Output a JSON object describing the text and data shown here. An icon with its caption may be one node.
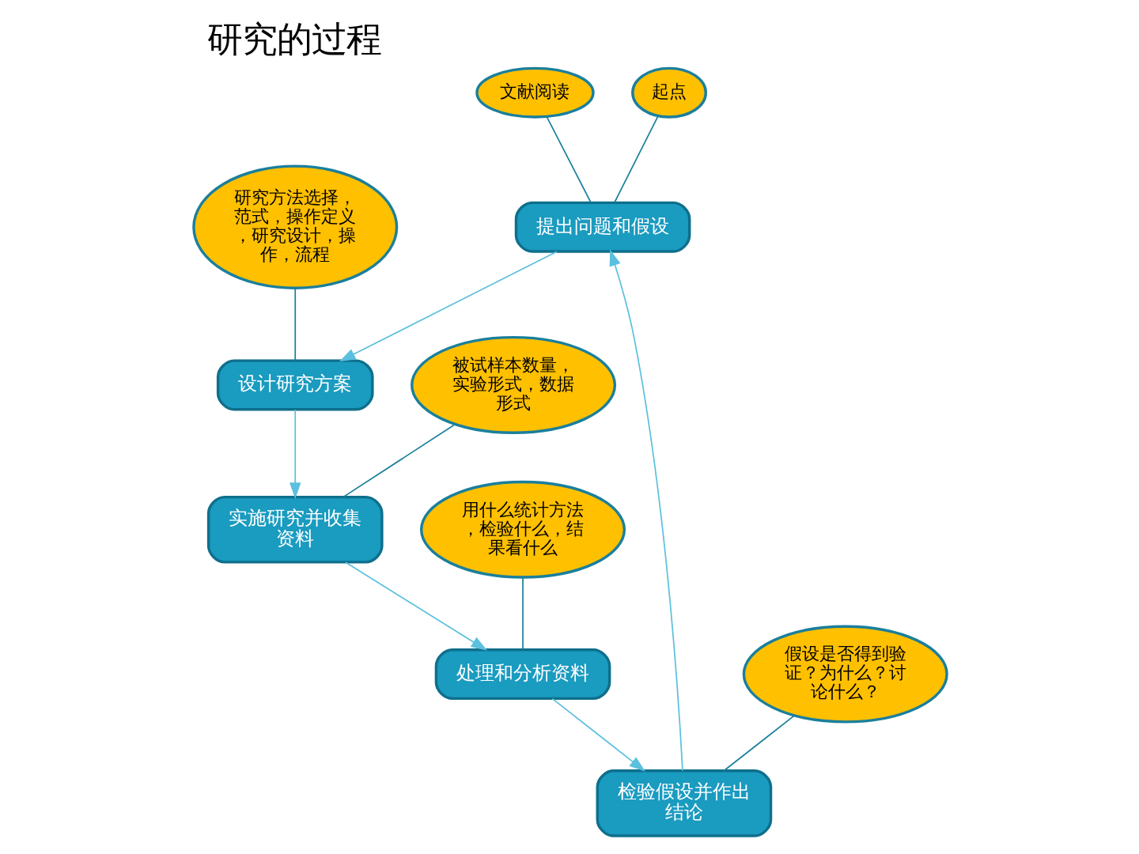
{
  "diagram": {
    "title": "研究的过程",
    "nodes": [
      {
        "text": [
          "文献阅读"
        ]
      },
      {
        "text": [
          "起点"
        ]
      },
      {
        "text": [
          "提出问题和假设"
        ]
      },
      {
        "text": [
          "假设是否得到验证？为什么？讨论什么？"
        ]
      },
      {
        "text": [
          "检验假设并作出结论"
        ]
      },
      {
        "text": [
          "设计研究方案"
        ]
      },
      {
        "text": [
          "研究方法选择，范式，操作定义，研究设计，操作，流程"
        ]
      },
      {
        "text": [
          "用什么统计方法，检验什么，结果看什么"
        ]
      },
      {
        "text": [
          "处理和分析资料"
        ]
      },
      {
        "text": [
          "实施研究并收集资料"
        ]
      },
      {
        "text": [
          "被试样本数量，实验形式，数据形式"
        ]
      }
    ],
    "edges": [
      {
        "from": 2,
        "to": 5,
        "arrow": "to",
        "color": "#5bc0de"
      },
      {
        "from": 5,
        "to": 9,
        "arrow": "to",
        "color": "#5bc0de"
      },
      {
        "from": 9,
        "to": 8,
        "arrow": "to",
        "color": "#5bc0de"
      },
      {
        "from": 8,
        "to": 4,
        "arrow": "to",
        "color": "#5bc0de"
      },
      {
        "from": 4,
        "to": 2,
        "arrow": "to",
        "color": "#5bc0de"
      },
      {
        "from": 0,
        "to": 2,
        "arrow": "none"
      },
      {
        "from": 1,
        "to": 2,
        "arrow": "none"
      },
      {
        "from": 3,
        "to": 4,
        "arrow": "none"
      },
      {
        "from": 6,
        "to": 5,
        "arrow": "none"
      },
      {
        "from": 7,
        "to": 8,
        "arrow": "none"
      },
      {
        "from": 10,
        "to": 9,
        "arrow": "none"
      }
    ]
  }
}
